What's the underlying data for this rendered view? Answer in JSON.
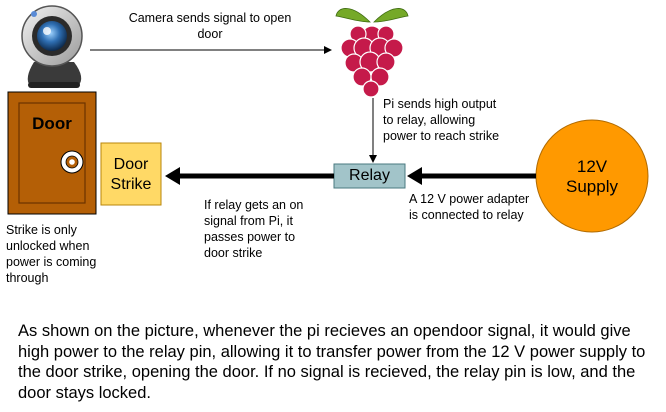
{
  "nodes": {
    "camera": {
      "icon": "webcam-icon"
    },
    "pi": {
      "icon": "raspberry-pi-icon"
    },
    "door": {
      "label": "Door"
    },
    "door_strike": {
      "label_line1": "Door",
      "label_line2": "Strike"
    },
    "relay": {
      "label": "Relay"
    },
    "supply": {
      "label_line1": "12V",
      "label_line2": "Supply"
    }
  },
  "annotations": {
    "camera_to_pi": [
      "Camera sends signal to open",
      "door"
    ],
    "pi_to_relay": [
      "Pi sends high output",
      "to relay, allowing",
      "power to reach strike"
    ],
    "relay_to_strike": [
      "If relay gets an on",
      "signal from Pi, it",
      "passes power to",
      "door strike"
    ],
    "supply_to_relay": [
      "A 12 V power adapter",
      "is connected to relay"
    ],
    "strike_note": [
      "Strike is only",
      "unlocked when",
      "power is coming",
      "through"
    ]
  },
  "caption": "As shown on the picture, whenever the pi recieves an opendoor signal, it would give high power to the relay pin, allowing it to transfer power from the 12 V power supply to the door strike, opening the door. If no signal is recieved, the relay pin is low, and the door stays locked.",
  "colors": {
    "door_fill": "#b45f06",
    "door_border": "#6b3300",
    "strike_fill": "#ffd966",
    "strike_border": "#b8860b",
    "relay_fill": "#a2c4c9",
    "relay_border": "#4a7a80",
    "supply_fill": "#ff9900",
    "supply_border": "#b06a00",
    "pi_red": "#c51a4a",
    "pi_green": "#75a928"
  }
}
